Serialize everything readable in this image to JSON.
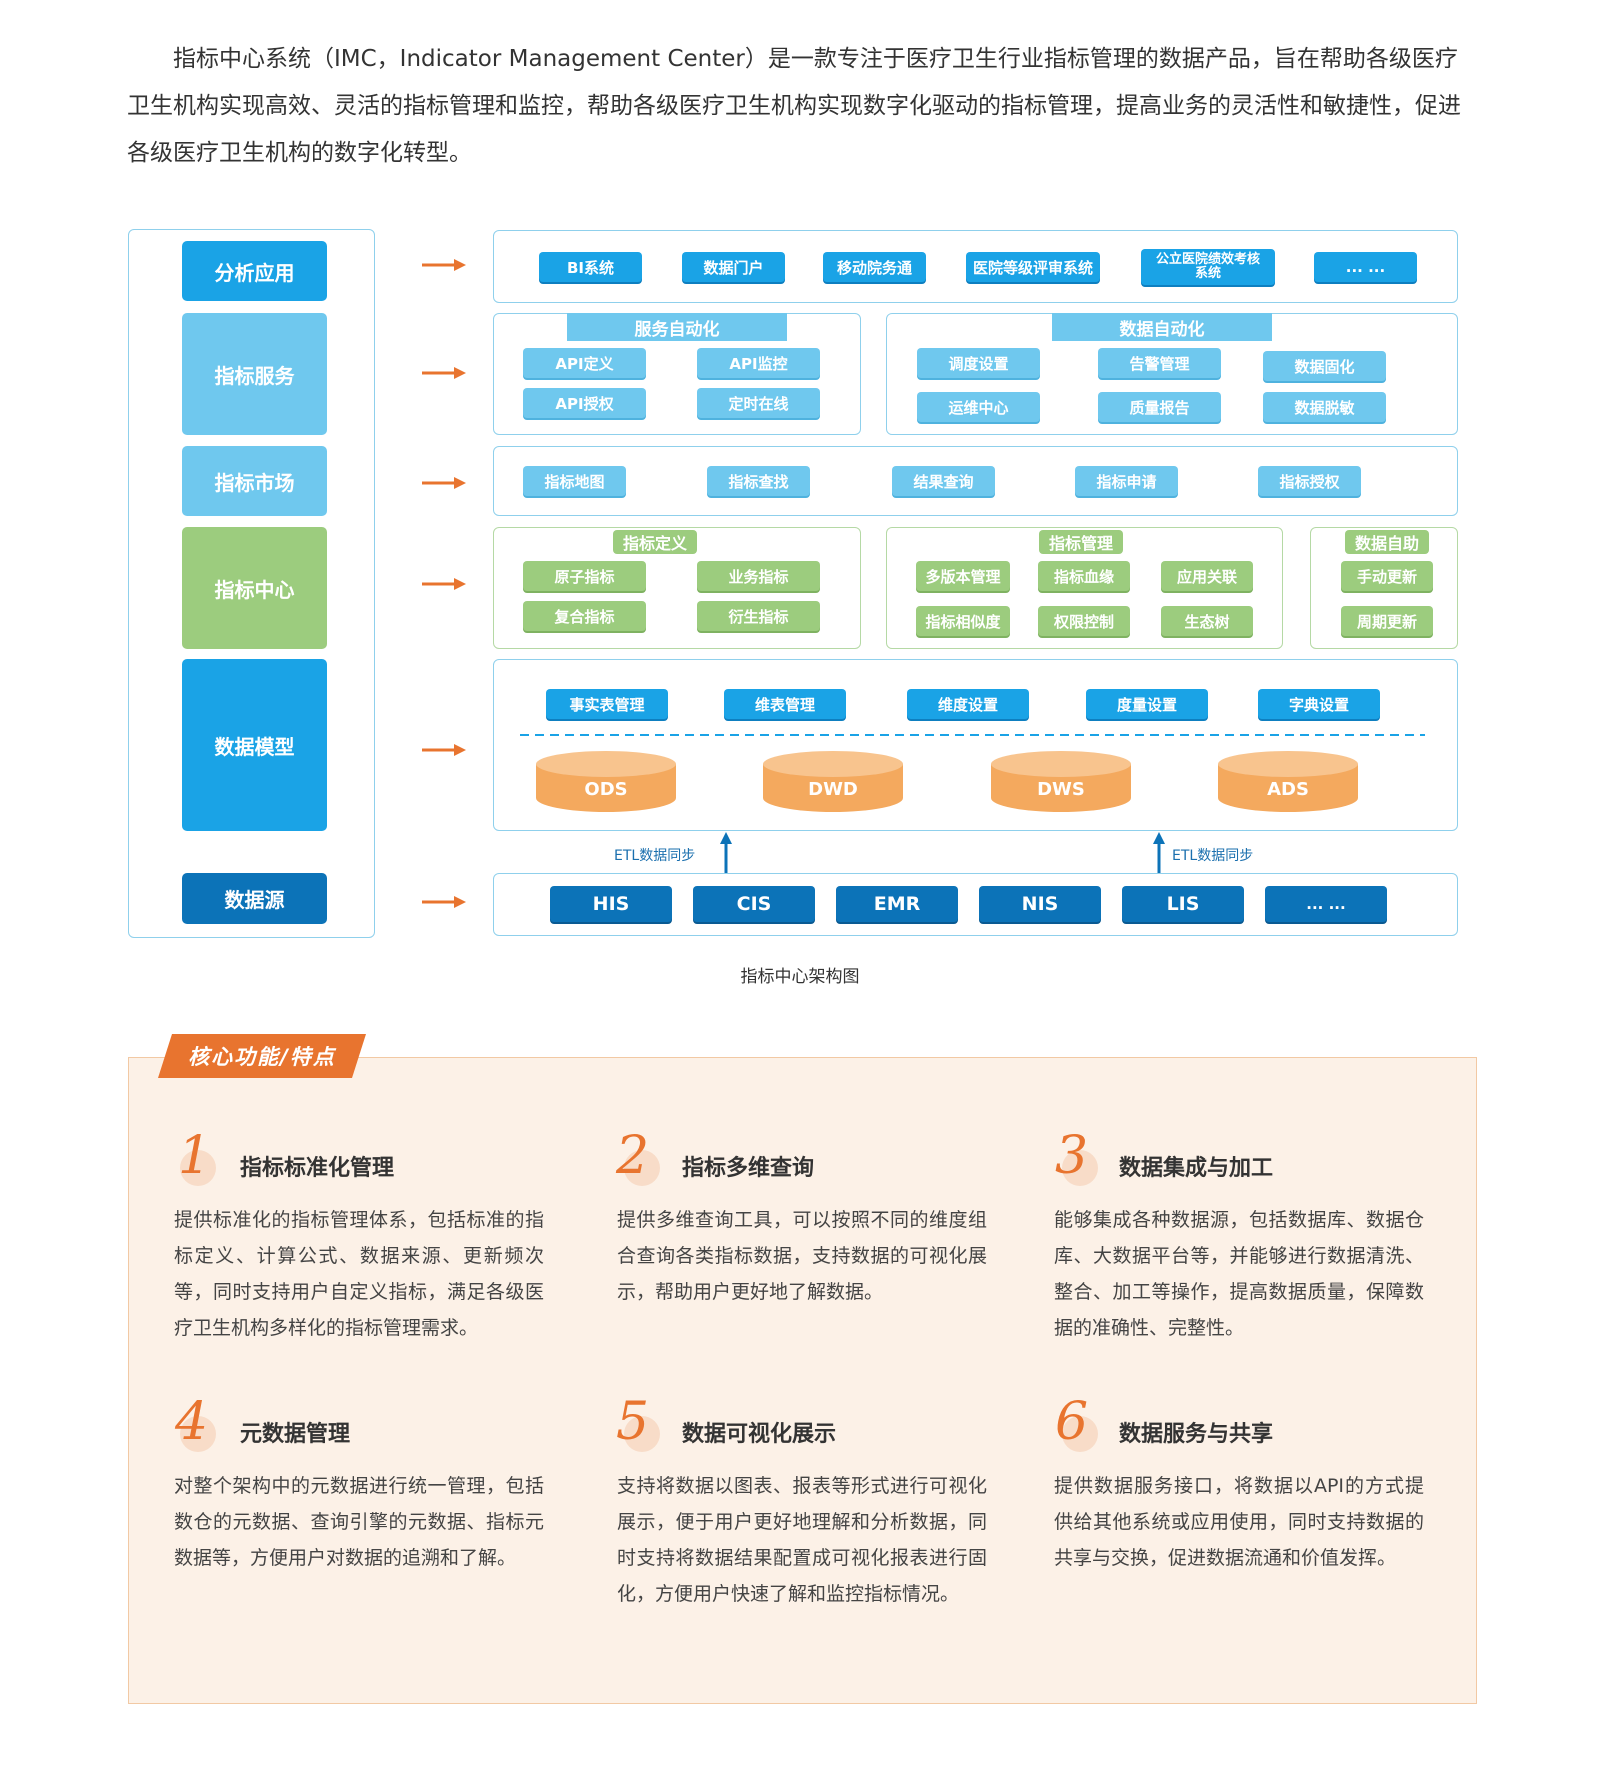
{
  "intro": {
    "line1": "指标中心系统（IMC，Indicator Management Center）是一款专注于医疗卫生行业指标管理的数据产品，旨在帮助各级医疗",
    "line2": "卫生机构实现高效、灵活的指标管理和监控，帮助各级医疗卫生机构实现数字化驱动的指标管理，提高业务的灵活性和敏捷性，促进",
    "line3": "各级医疗卫生机构的数字化转型。"
  },
  "diagram": {
    "left": [
      "分析应用",
      "指标服务",
      "指标市场",
      "指标中心",
      "数据模型",
      "数据源"
    ],
    "apps": [
      "BI系统",
      "数据门户",
      "移动院务通",
      "医院等级评审系统",
      "公立医院绩效考核\n系统",
      "... ..."
    ],
    "service_auto": {
      "title": "服务自动化",
      "items": [
        "API定义",
        "API监控",
        "API授权",
        "定时在线"
      ]
    },
    "data_auto": {
      "title": "数据自动化",
      "items": [
        "调度设置",
        "告警管理",
        "数据固化",
        "运维中心",
        "质量报告",
        "数据脱敏"
      ]
    },
    "market": [
      "指标地图",
      "指标查找",
      "结果查询",
      "指标申请",
      "指标授权"
    ],
    "ind_def": {
      "title": "指标定义",
      "items": [
        "原子指标",
        "业务指标",
        "复合指标",
        "衍生指标"
      ]
    },
    "ind_mgmt": {
      "title": "指标管理",
      "items": [
        "多版本管理",
        "指标血缘",
        "应用关联",
        "指标相似度",
        "权限控制",
        "生态树"
      ]
    },
    "data_self": {
      "title": "数据自助",
      "items": [
        "手动更新",
        "周期更新"
      ]
    },
    "model_tools": [
      "事实表管理",
      "维表管理",
      "维度设置",
      "度量设置",
      "字典设置"
    ],
    "layers": [
      "ODS",
      "DWD",
      "DWS",
      "ADS"
    ],
    "etl": [
      "ETL数据同步",
      "ETL数据同步"
    ],
    "sources": [
      "HIS",
      "CIS",
      "EMR",
      "NIS",
      "LIS",
      "... ..."
    ],
    "caption": "指标中心架构图",
    "colors": {
      "blue": "#1aa3e6",
      "lightblue": "#6fc8ee",
      "green": "#9ccc7e",
      "dark": "#0c73b8",
      "orange": "#f4a95e",
      "arrow": "#e8742f"
    }
  },
  "features": {
    "tag": "核心功能/特点",
    "items": [
      {
        "num": "1",
        "title": "指标标准化管理",
        "desc": "提供标准化的指标管理体系，包括标准的指标定义、计算公式、数据来源、更新频次等，同时支持用户自定义指标，满足各级医疗卫生机构多样化的指标管理需求。"
      },
      {
        "num": "2",
        "title": "指标多维查询",
        "desc": "提供多维查询工具，可以按照不同的维度组合查询各类指标数据，支持数据的可视化展示，帮助用户更好地了解数据。"
      },
      {
        "num": "3",
        "title": "数据集成与加工",
        "desc": "能够集成各种数据源，包括数据库、数据仓库、大数据平台等，并能够进行数据清洗、整合、加工等操作，提高数据质量，保障数据的准确性、完整性。"
      },
      {
        "num": "4",
        "title": "元数据管理",
        "desc": "对整个架构中的元数据进行统一管理，包括数仓的元数据、查询引擎的元数据、指标元数据等，方便用户对数据的追溯和了解。"
      },
      {
        "num": "5",
        "title": "数据可视化展示",
        "desc": "支持将数据以图表、报表等形式进行可视化展示，便于用户更好地理解和分析数据，同时支持将数据结果配置成可视化报表进行固化，方便用户快速了解和监控指标情况。"
      },
      {
        "num": "6",
        "title": "数据服务与共享",
        "desc": "提供数据服务接口，将数据以API的方式提供给其他系统或应用使用，同时支持数据的共享与交换，促进数据流通和价值发挥。"
      }
    ]
  }
}
